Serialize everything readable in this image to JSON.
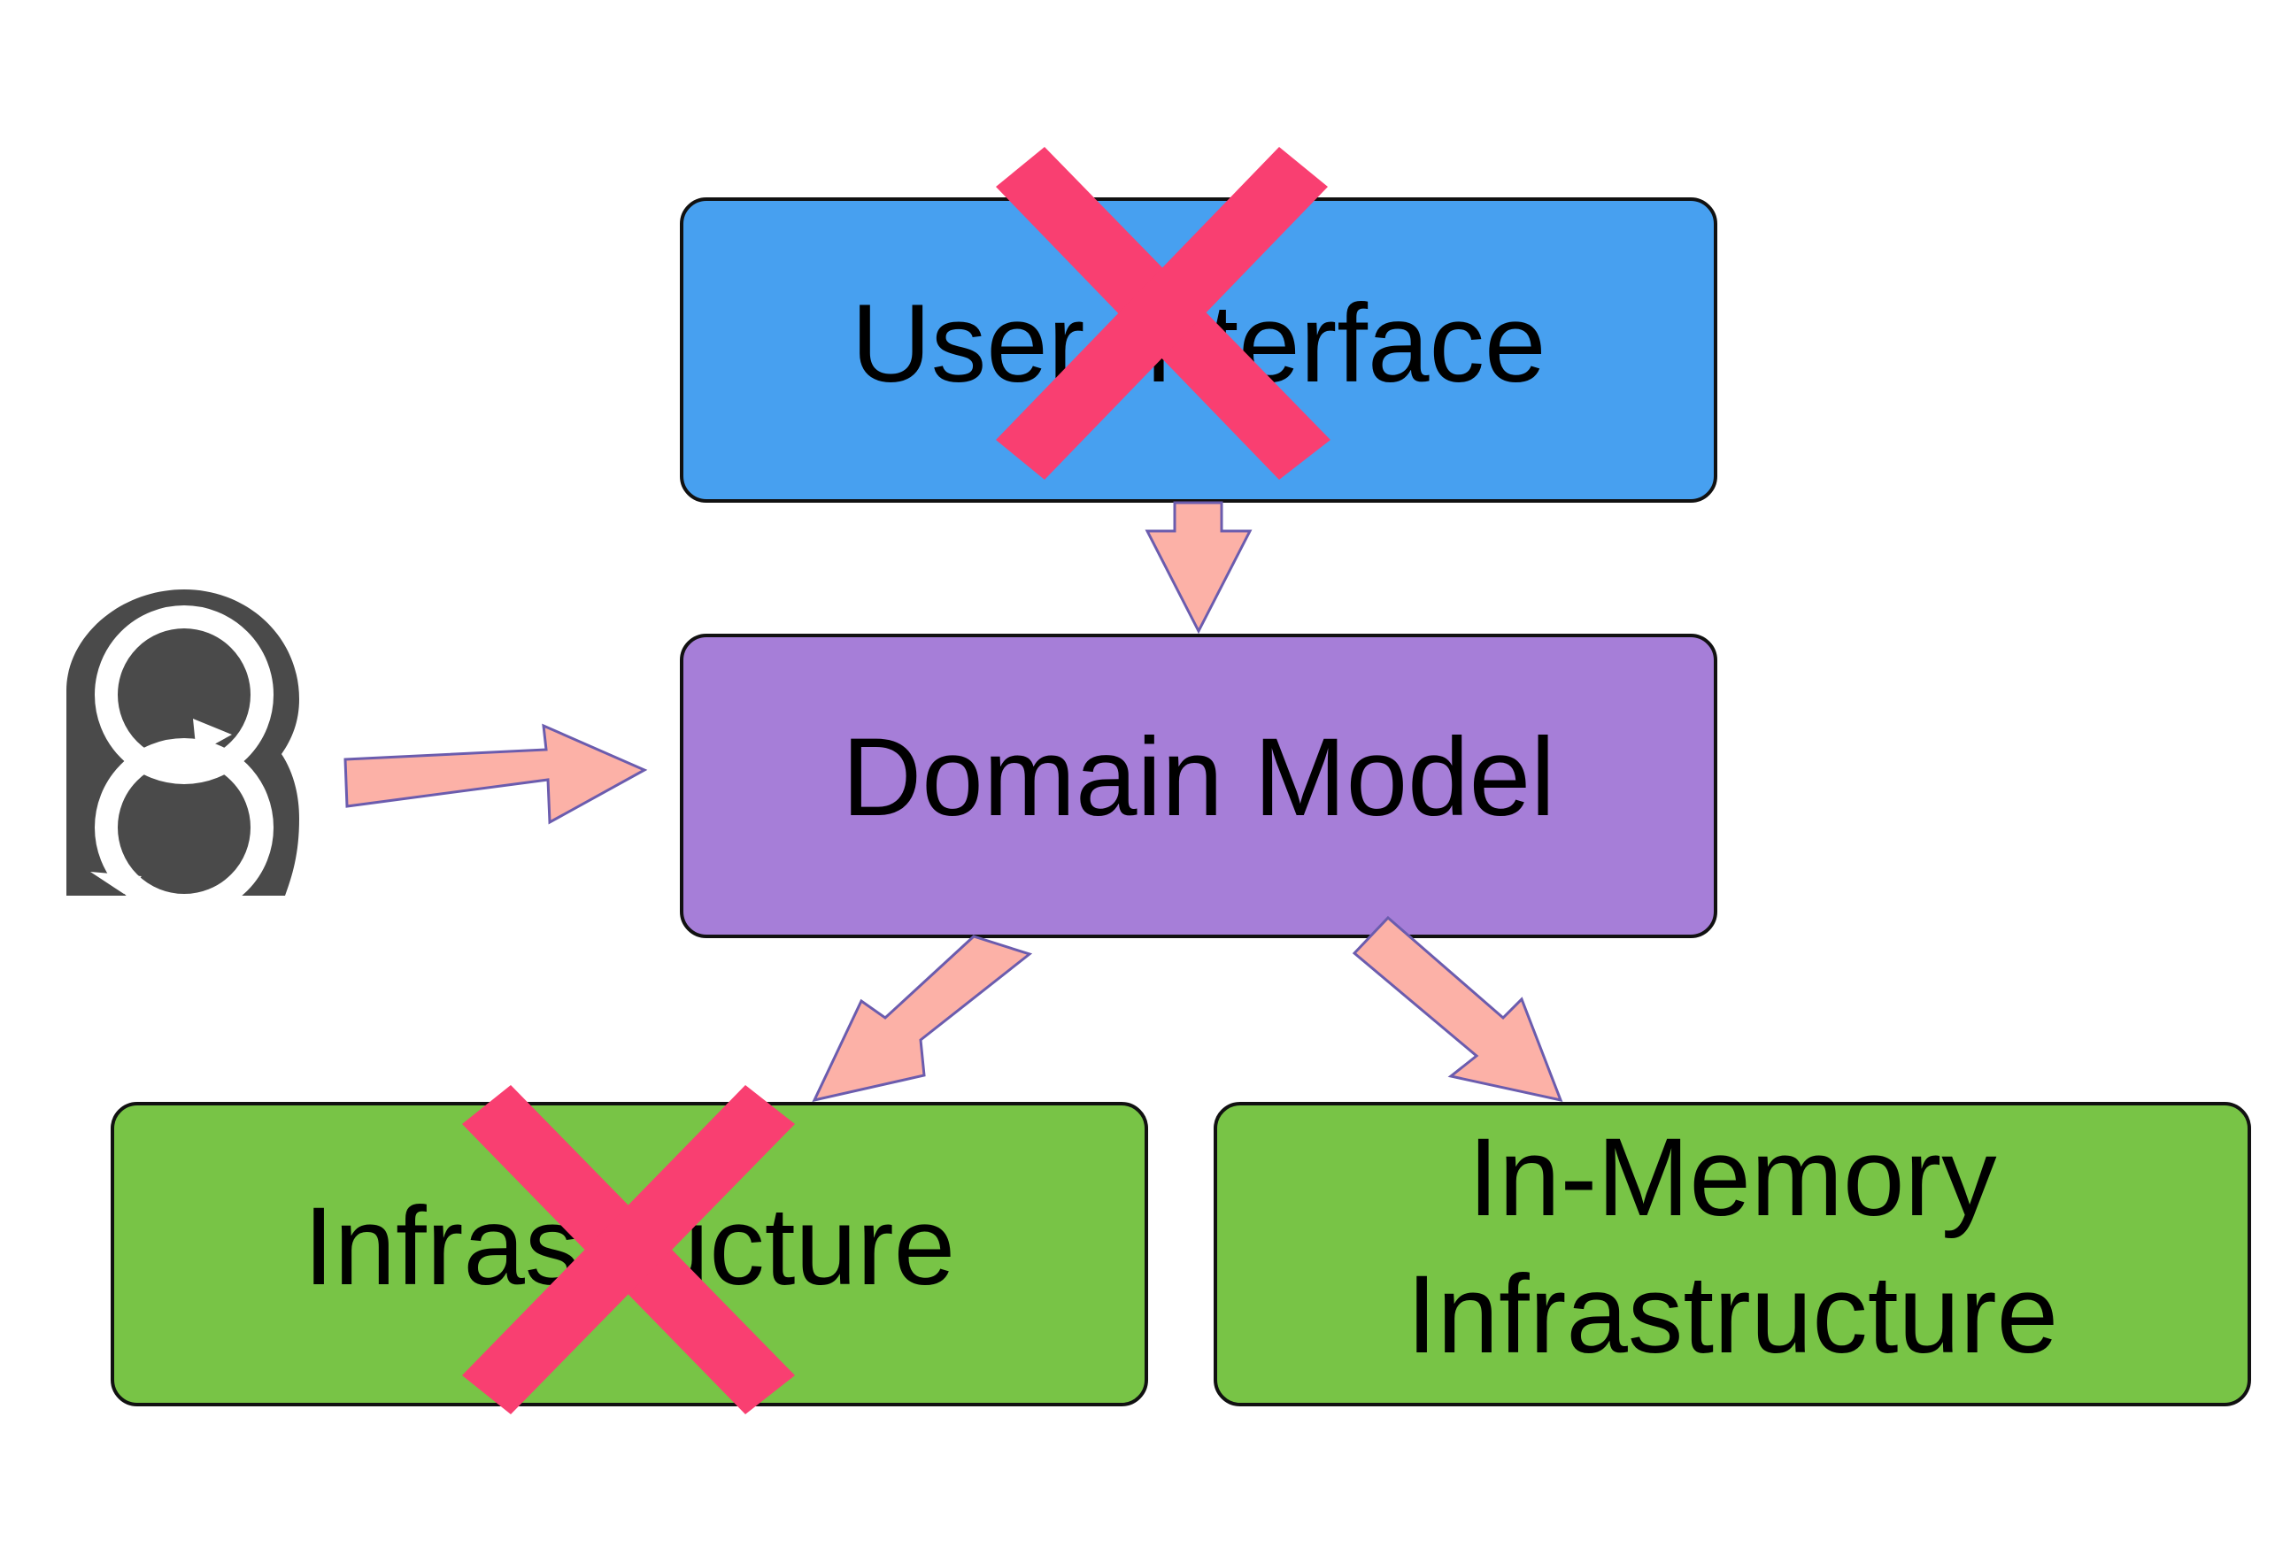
{
  "colors": {
    "user_interface": "#47a0f0",
    "domain_model": "#a67ed8",
    "infrastructure": "#78c446",
    "arrow_fill": "#fcb1a7",
    "arrow_stroke": "#6b5cae",
    "cross": "#f93f71",
    "logo": "#4a4a4a",
    "background": "#ffffff"
  },
  "boxes": {
    "user_interface": {
      "label": "User Interface",
      "crossed_out": true
    },
    "domain_model": {
      "label": "Domain Model",
      "crossed_out": false
    },
    "infrastructure": {
      "label": "Infrastructure",
      "crossed_out": true
    },
    "in_memory_infrastructure": {
      "line1": "In-Memory",
      "line2": "Infrastructure",
      "crossed_out": false
    }
  },
  "icons": {
    "logo": "refresh-cycle-logo-icon",
    "cross": "cross-mark-icon"
  },
  "edges": [
    {
      "from": "User Interface",
      "to": "Domain Model"
    },
    {
      "from": "logo",
      "to": "Domain Model"
    },
    {
      "from": "Domain Model",
      "to": "Infrastructure"
    },
    {
      "from": "Domain Model",
      "to": "In-Memory Infrastructure"
    }
  ]
}
